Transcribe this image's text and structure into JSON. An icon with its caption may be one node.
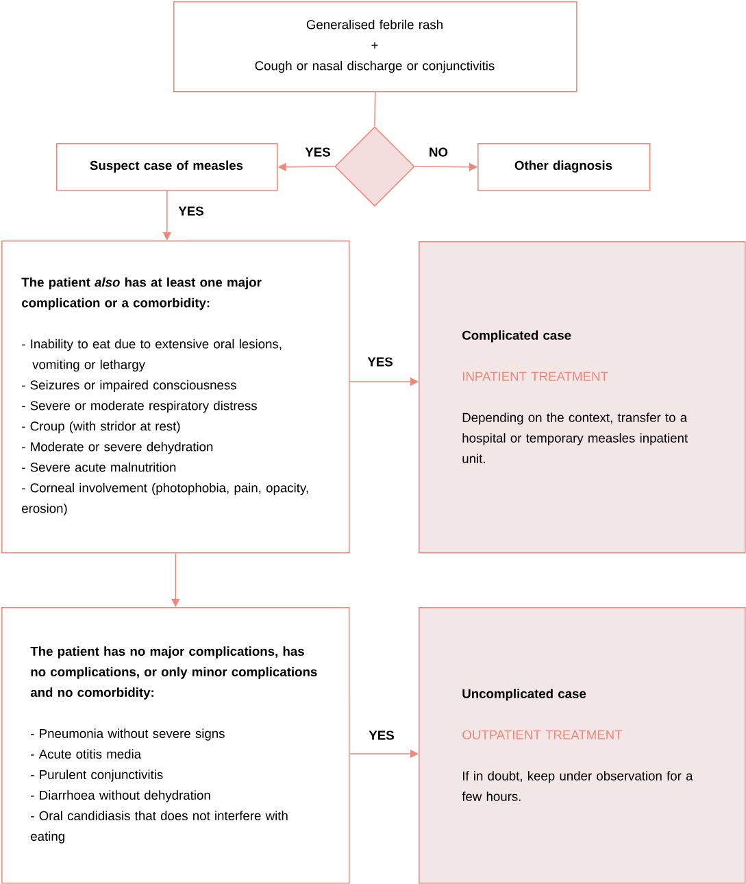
{
  "diagram": {
    "nodes": [
      {
        "text": [
          "Generalised febrile rash",
          "+",
          "Cough or nasal discharge or conjunctivitis"
        ]
      },
      {
        "text": [],
        "shape": "diamond"
      },
      {
        "text": [
          "Suspect case of measles"
        ]
      },
      {
        "text": [
          "Other diagnosis"
        ]
      },
      {
        "text": [
          "The patient *also* has at least one major complication or a comorbidity:",
          "- Inability to eat due to extensive oral lesions, vomiting or lethargy",
          "- Seizures or impaired consciousness",
          "- Severe or moderate respiratory distress",
          "- Croup (with stridor at rest)",
          "- Moderate or severe dehydration",
          "- Severe acute malnutrition",
          "- Corneal involvement (photophobia, pain, opacity, erosion)"
        ]
      },
      {
        "text": [
          "Complicated case",
          "INPATIENT TREATMENT",
          "Depending on the context, transfer to a hospital or temporary measles inpatient unit."
        ]
      },
      {
        "text": [
          "The patient has no major complications, has no complications, or only minor complications and no comorbidity:",
          "- Pneumonia without severe signs",
          "- Acute otitis media",
          "- Purulent conjunctivitis",
          "- Diarrhoea without dehydration",
          "- Oral candidiasis that does not interfere with eating"
        ]
      },
      {
        "text": [
          "Uncomplicated case",
          "OUTPATIENT TREATMENT",
          "If in doubt, keep under observation for a few hours."
        ]
      }
    ],
    "edges": [
      {
        "from": 0,
        "to": 1,
        "arrow": "none"
      },
      {
        "from": 1,
        "to": 2,
        "arrow": "to",
        "label": "YES"
      },
      {
        "from": 1,
        "to": 3,
        "arrow": "to",
        "label": "NO"
      },
      {
        "from": 2,
        "to": 4,
        "arrow": "to",
        "label": "YES"
      },
      {
        "from": 4,
        "to": 5,
        "arrow": "to",
        "label": "YES"
      },
      {
        "from": 4,
        "to": 6,
        "arrow": "to"
      },
      {
        "from": 6,
        "to": 7,
        "arrow": "to",
        "label": "YES"
      }
    ]
  }
}
